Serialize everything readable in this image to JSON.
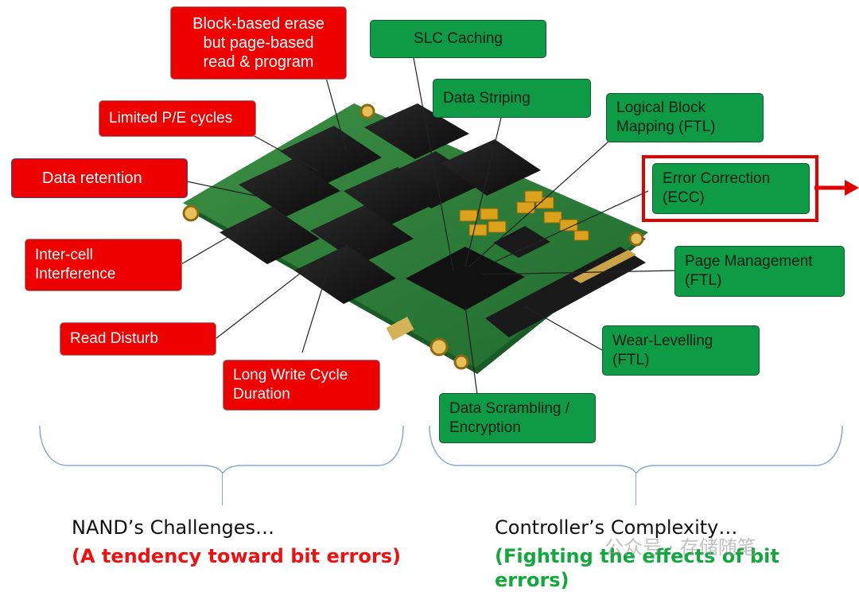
{
  "challenges": [
    {
      "id": "block-erase",
      "label": "Block-based erase\nbut page-based\nread & program"
    },
    {
      "id": "pe-cycles",
      "label": "Limited P/E cycles"
    },
    {
      "id": "data-retention",
      "label": "Data retention"
    },
    {
      "id": "inter-cell",
      "label": "Inter-cell\nInterference"
    },
    {
      "id": "read-disturb",
      "label": "Read Disturb"
    },
    {
      "id": "long-write",
      "label": "Long Write Cycle\nDuration"
    }
  ],
  "features": [
    {
      "id": "slc-caching",
      "label": "SLC Caching"
    },
    {
      "id": "data-striping",
      "label": "Data Striping"
    },
    {
      "id": "logical-block",
      "label": "Logical Block\nMapping (FTL)"
    },
    {
      "id": "ecc",
      "label": "Error Correction\n(ECC)"
    },
    {
      "id": "page-mgmt",
      "label": "Page Management\n(FTL)"
    },
    {
      "id": "wear-levelling",
      "label": "Wear-Levelling\n(FTL)"
    },
    {
      "id": "scrambling",
      "label": "Data Scrambling /\nEncryption"
    }
  ],
  "captions": {
    "left_title": "NAND’s Challenges…",
    "left_sub": "(A tendency toward bit errors)",
    "right_title": "Controller’s Complexity…",
    "right_sub": "(Fighting the effects of bit errors)"
  },
  "watermark": "公众号 · 存储随笔",
  "colors": {
    "challenge_red": "#ee0000",
    "feature_green": "#0f9a45",
    "pcb_green": "#2f7f3c",
    "highlight": "#e00000"
  }
}
